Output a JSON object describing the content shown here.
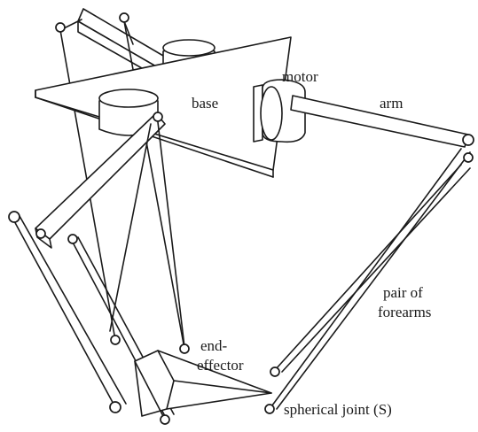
{
  "diagram": {
    "labels": {
      "base": "base",
      "motor": "motor",
      "arm": "arm",
      "pair_of_forearms_line1": "pair of",
      "pair_of_forearms_line2": "forearms",
      "end_effector_line1": "end-",
      "end_effector_line2": "effector",
      "spherical_joint": "spherical joint (S)"
    },
    "colors": {
      "ink": "#1a1a1a",
      "paper": "#ffffff"
    }
  }
}
